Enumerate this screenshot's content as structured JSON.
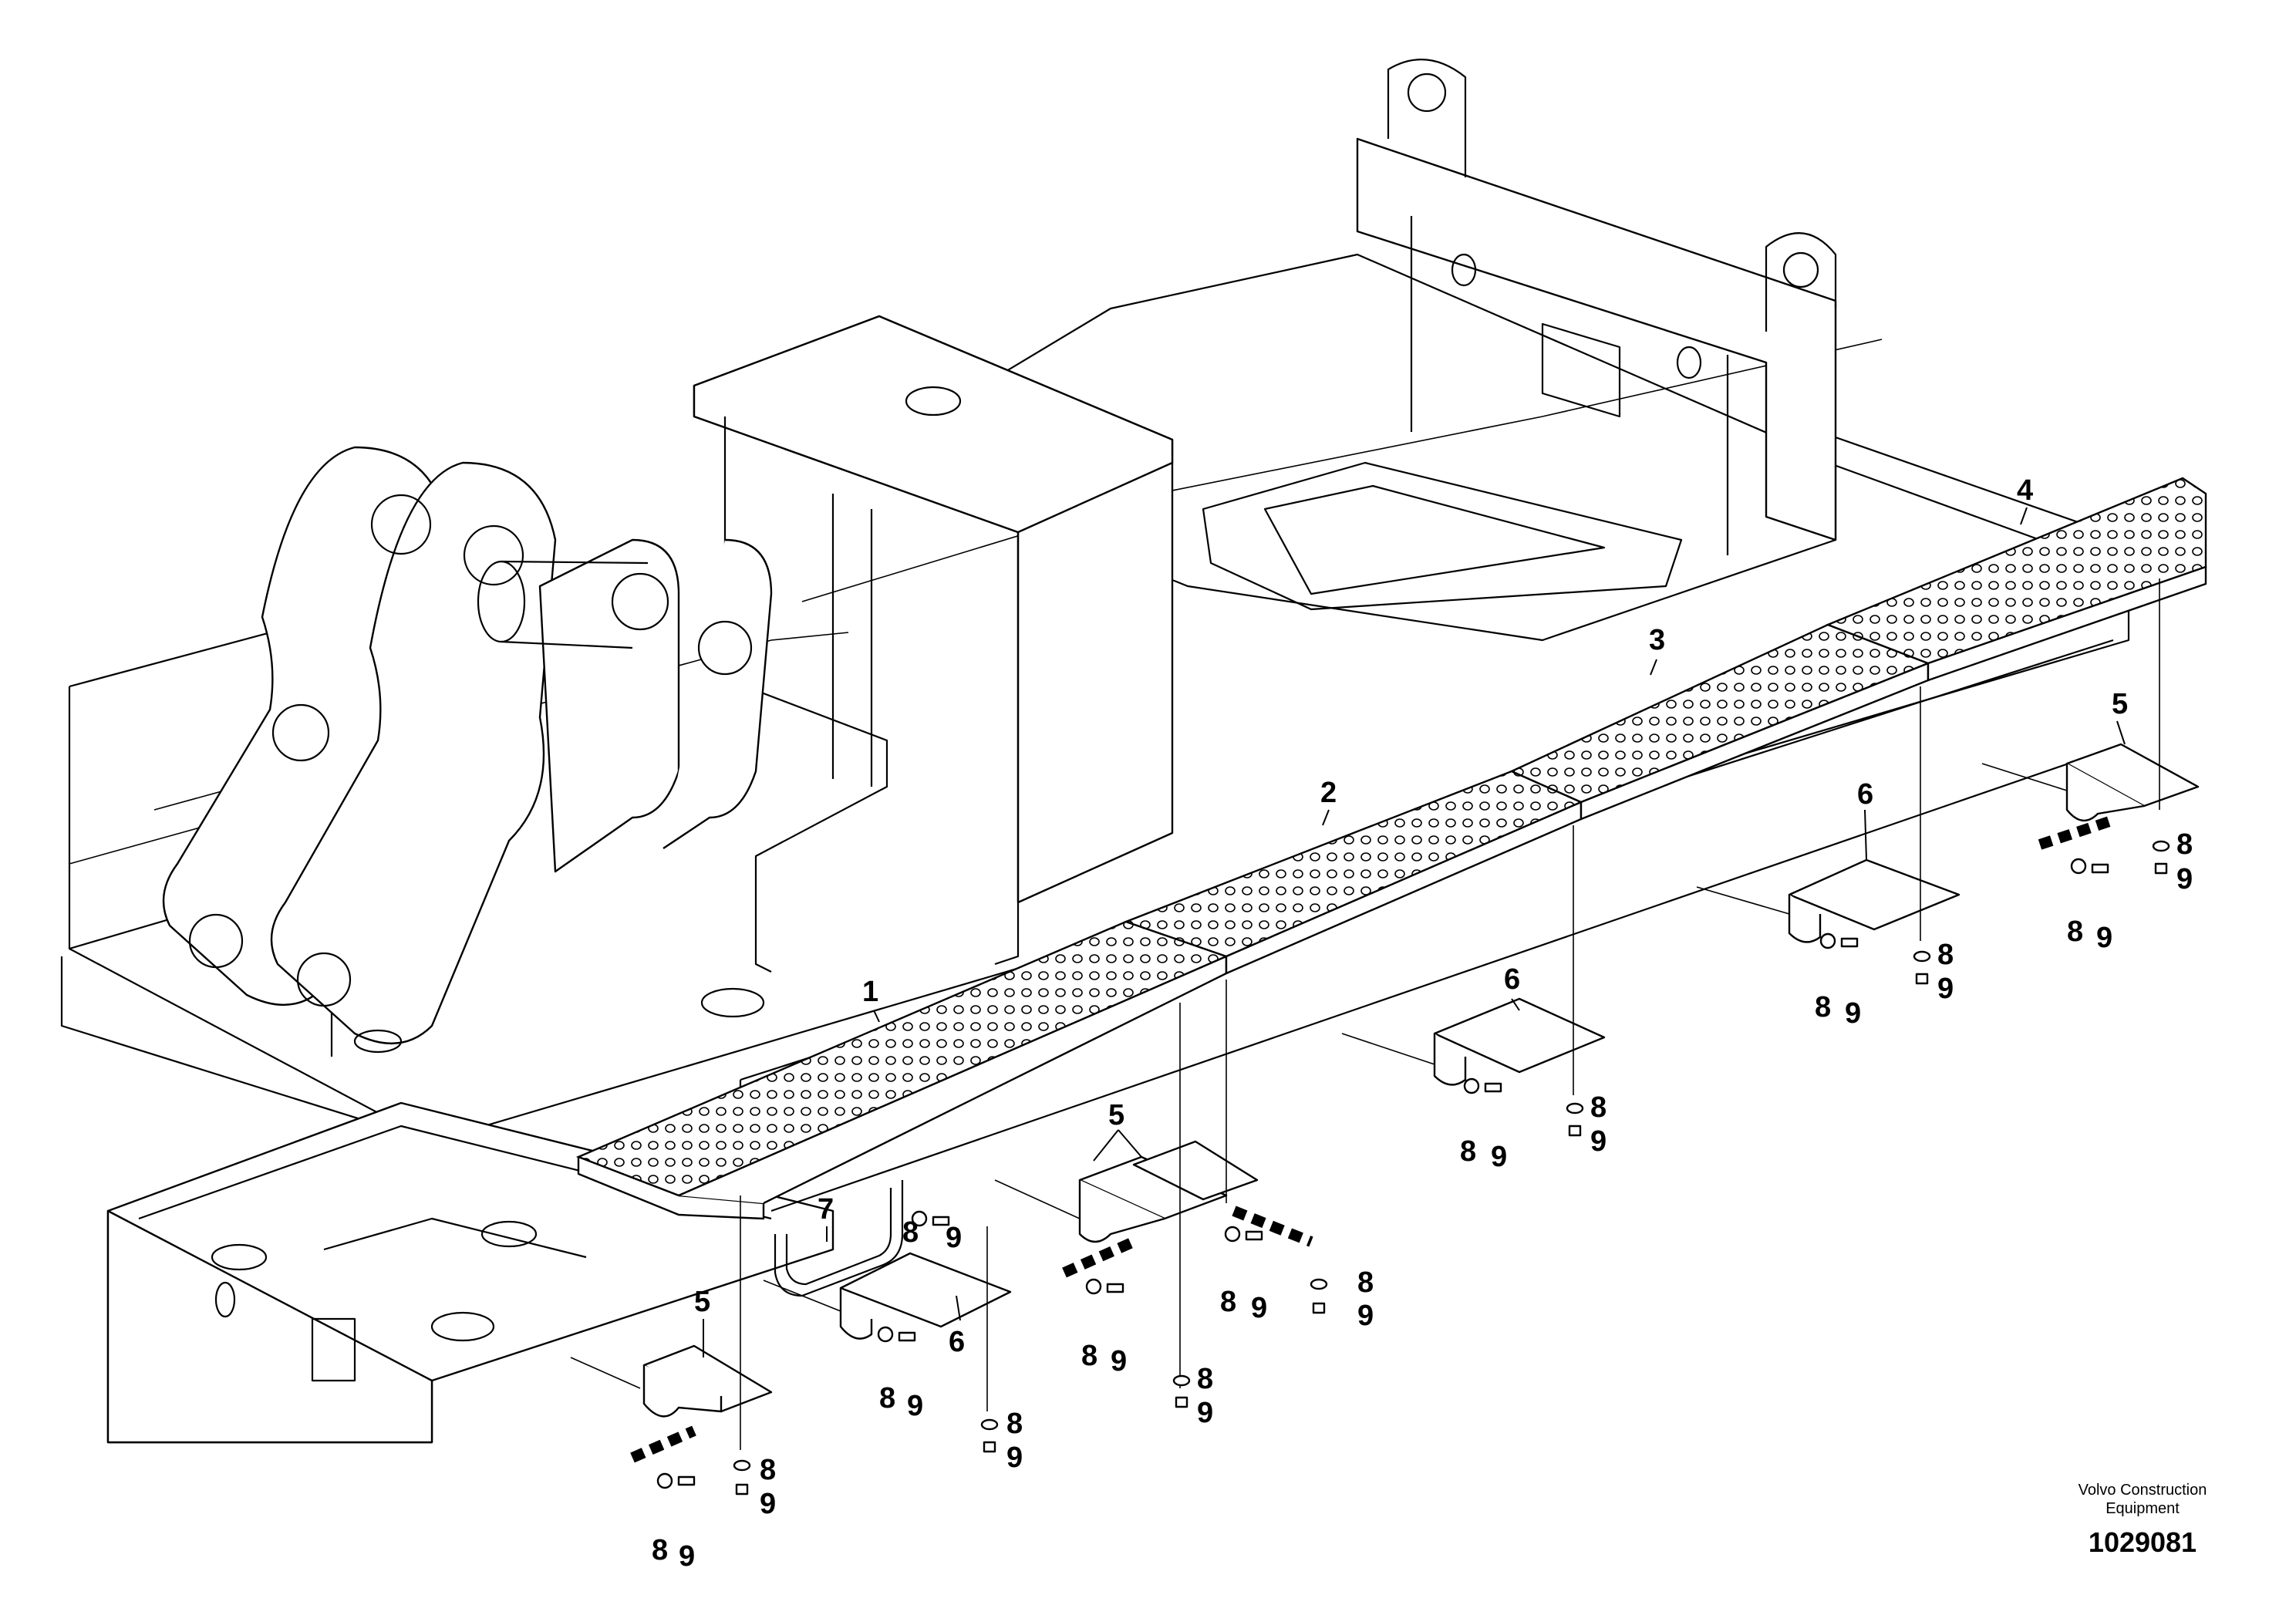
{
  "diagram": {
    "caption": {
      "company_line1": "Volvo Construction",
      "company_line2": "Equipment",
      "figure_number": "1029081"
    },
    "callouts": {
      "c1": "1",
      "c2": "2",
      "c3": "3",
      "c4": "4",
      "c5a": "5",
      "c5b": "5",
      "c5c": "5",
      "c6a": "6",
      "c6b": "6",
      "c6c": "6",
      "c7": "7",
      "c8a": "8",
      "c9a": "9",
      "c8b": "8",
      "c9b": "9",
      "c8c": "8",
      "c9c": "9",
      "c8d": "8",
      "c9d": "9",
      "c8e": "8",
      "c9e": "9",
      "c8f": "8",
      "c9f": "9",
      "c8g": "8",
      "c9g": "9",
      "c8h": "8",
      "c9h": "9",
      "c8i": "8",
      "c9i": "9",
      "c8j": "8",
      "c9j": "9",
      "c8k": "8",
      "c9k": "9",
      "c8l": "8",
      "c9l": "9",
      "c8m": "8",
      "c9m": "9",
      "c8n": "8",
      "c9n": "9",
      "c8o": "8",
      "c9o": "9"
    }
  }
}
